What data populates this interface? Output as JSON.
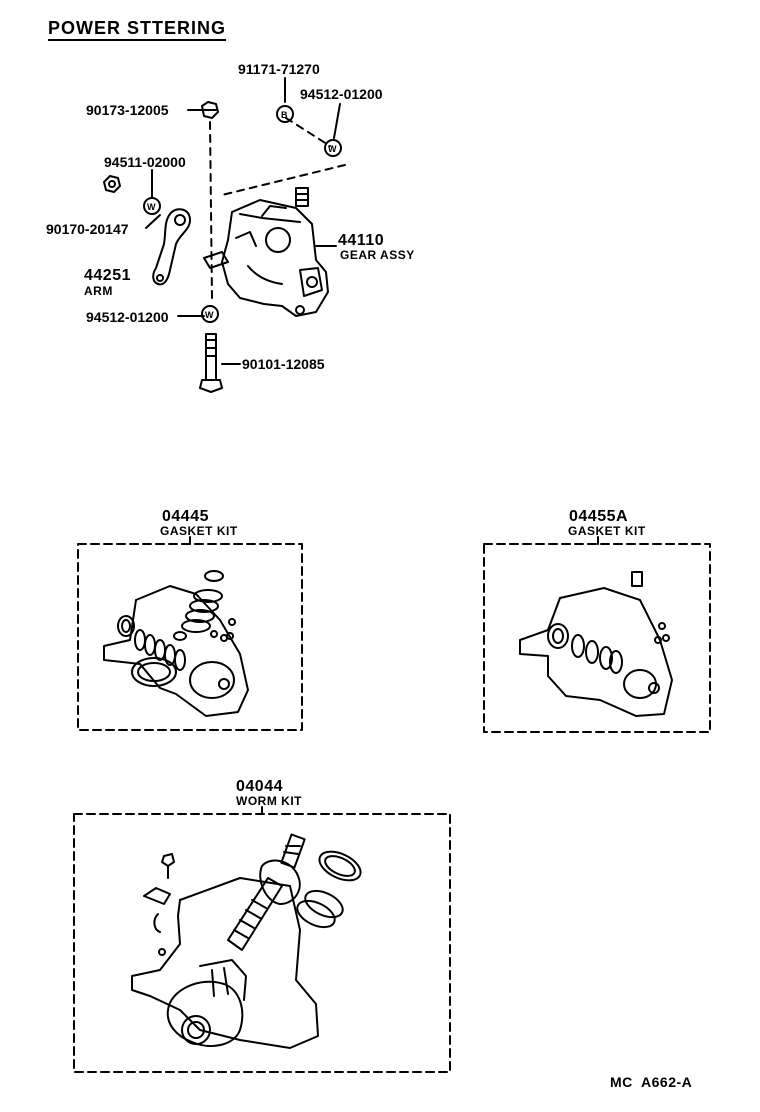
{
  "title": "POWER STTERING",
  "parts": [
    {
      "number": "91171-71270"
    },
    {
      "number": "94512-01200"
    },
    {
      "number": "90173-12005"
    },
    {
      "number": "94511-02000"
    },
    {
      "number": "90170-20147"
    },
    {
      "number": "44110",
      "name": "GEAR ASSY"
    },
    {
      "number": "44251",
      "name": "ARM"
    },
    {
      "number": "94512-01200"
    },
    {
      "number": "90101-12085"
    }
  ],
  "kits": [
    {
      "number": "04445",
      "name": "GASKET KIT"
    },
    {
      "number": "04455A",
      "name": "GASKET KIT"
    },
    {
      "number": "04044",
      "name": "WORM KIT"
    }
  ],
  "washer_marks": {
    "bolt": "B",
    "washer": "W"
  },
  "drawing_code": "MC  A662-A"
}
